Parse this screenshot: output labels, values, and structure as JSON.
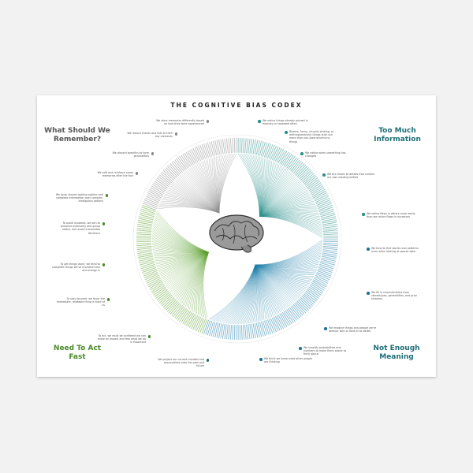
{
  "title": "THE COGNITIVE BIAS CODEX",
  "quadrants": {
    "top_left": "What Should We Remember?",
    "top_right": "Too Much Information",
    "bottom_left": "Need To Act Fast",
    "bottom_right": "Not Enough Meaning"
  },
  "colors": {
    "top_left": "#8c8c8c",
    "top_right": "#2a8f8a",
    "bottom_left": "#5aa02c",
    "bottom_right": "#1f7fa8"
  },
  "notes": {
    "n1": "We store memories differently based on how they were experienced",
    "n2": "We reduce events and lists to their key elements",
    "n3": "We discard specifics to form generalities",
    "n4": "We edit and reinforce some memories after the fact",
    "n5": "We favor simple-looking options and complete information over complex, ambiguous options",
    "n6": "To avoid mistakes, we aim to preserve autonomy and group status, and avoid irreversible decisions",
    "n7": "To get things done, we tend to complete things we've invested time and energy in",
    "n8": "To stay focused, we favor the immediate, relatable thing in front of us",
    "n9": "To act, we must be confident we can make an impact and feel what we do is important",
    "n10": "We project our current mindset and assumptions onto the past and future",
    "n11": "We notice things already primed in memory or repeated often",
    "n12": "Bizarre, funny, visually striking, or anthropomorphic things stick out more than non-bizarre/unfunny things",
    "n13": "We notice when something has changed",
    "n14": "We are drawn to details that confirm our own existing beliefs",
    "n15": "We notice flaws in others more easily than we notice flaws in ourselves",
    "n16": "We tend to find stories and patterns even when looking at sparse data",
    "n17": "We fill in characteristics from stereotypes, generalities, and prior histories",
    "n18": "We imagine things and people we're familiar with or fond of as better",
    "n19": "We simplify probabilities and numbers to make them easier to think about",
    "n20": "We think we know what other people are thinking"
  }
}
